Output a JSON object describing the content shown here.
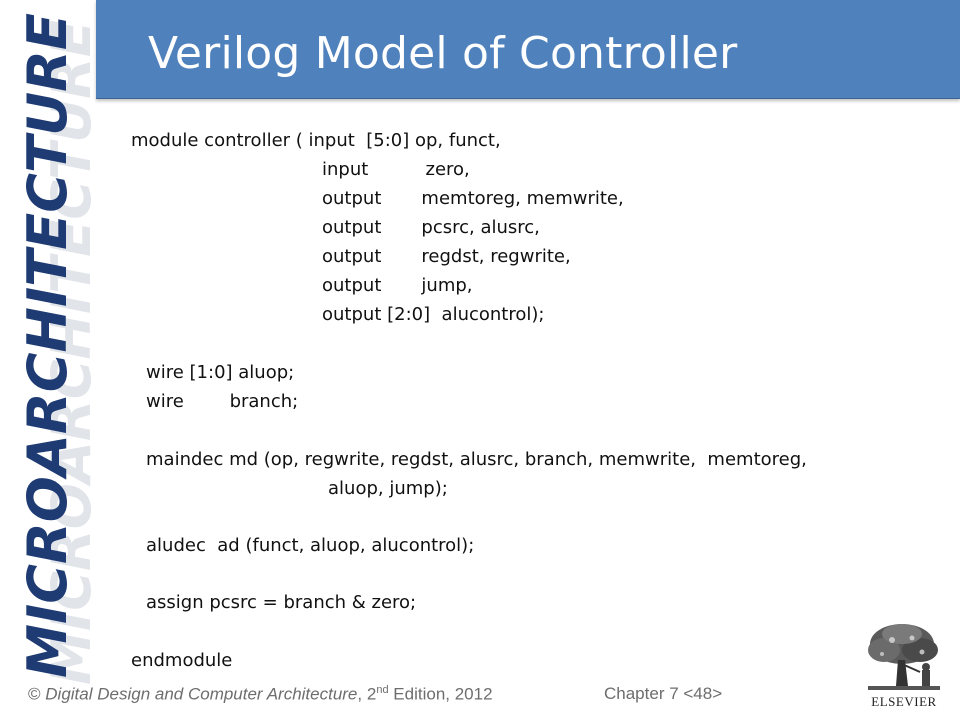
{
  "slide": {
    "brand_vertical": "MICROARCHITECTURE",
    "title": "Verilog Model of Controller",
    "code_lines": [
      "module controller ( input  [5:0] op, funct,",
      "input          zero,",
      "output       memtoreg, memwrite,",
      "output       pcsrc, alusrc,",
      "output       regdst, regwrite,",
      "output       jump,",
      "output [2:0]  alucontrol);",
      "wire [1:0] aluop;",
      "wire        branch;",
      "maindec md (op, regwrite, regdst, alusrc, branch, memwrite,  memtoreg,",
      "aluop, jump);",
      "aludec  ad (funct, aluop, alucontrol);",
      "assign pcsrc = branch & zero;",
      "endmodule"
    ],
    "footer": {
      "copyright_symbol": "©",
      "book_title": "Digital Design and Computer Architecture",
      "edition_num": "2",
      "edition_suffix": "nd",
      "edition_rest": " Edition, 2012",
      "chapter": "Chapter 7 <48>"
    },
    "publisher_logo_text": "ELSEVIER",
    "colors": {
      "title_bar": "#4f81bd",
      "title_text": "#ffffff",
      "brand_text": "#1f3b73",
      "footer_text": "#6d6d6d"
    }
  }
}
